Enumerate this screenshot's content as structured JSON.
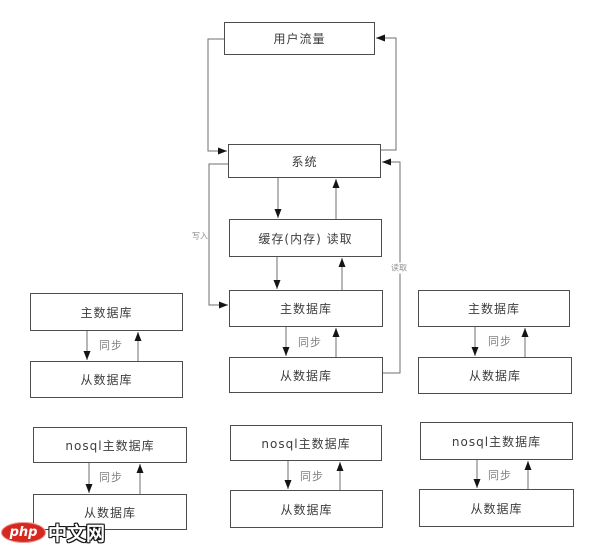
{
  "diagram": {
    "nodes": {
      "user_traffic": "用户流量",
      "system": "系统",
      "cache": "缓存(内存) 读取",
      "master_db": "主数据库",
      "slave_db": "从数据库",
      "nosql_master_db": "nosql主数据库"
    },
    "edge_labels": {
      "sync": "同步",
      "write": "写入",
      "read": "读取"
    },
    "colors": {
      "box_border": "#4d4d4d",
      "connector_line": "#6f6f6f",
      "arrowhead": "#141414",
      "node_text": "#3d3d3d",
      "edge_label_text": "#7f7f7f",
      "watermark_red": "#d7281f"
    }
  },
  "watermark": {
    "logo_text": "php",
    "site_text": "中文网"
  }
}
